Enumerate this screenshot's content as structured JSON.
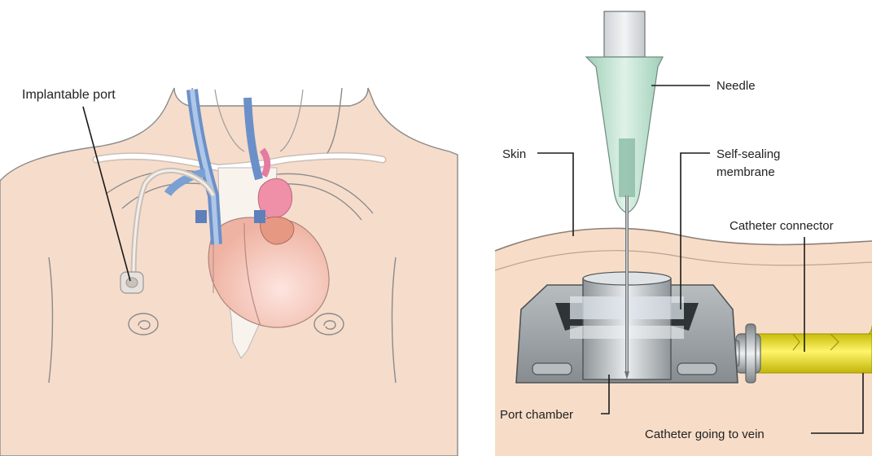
{
  "left_panel": {
    "labels": {
      "implantable_port": "Implantable port"
    }
  },
  "right_panel": {
    "labels": {
      "needle": "Needle",
      "skin": "Skin",
      "self_sealing_line1": "Self-sealing",
      "self_sealing_line2": "membrane",
      "catheter_connector": "Catheter connector",
      "port_chamber": "Port chamber",
      "catheter_to_vein": "Catheter going to vein"
    }
  },
  "colors": {
    "skin": "#f6dccb",
    "skin_outline": "#8a8a8a",
    "heart_pink": "#f4b6b1",
    "vessel_blue": "#6b90c9",
    "needle_green": "#bfe3d2",
    "port_gray": "#8f9599",
    "catheter_yellow": "#f2e414"
  }
}
